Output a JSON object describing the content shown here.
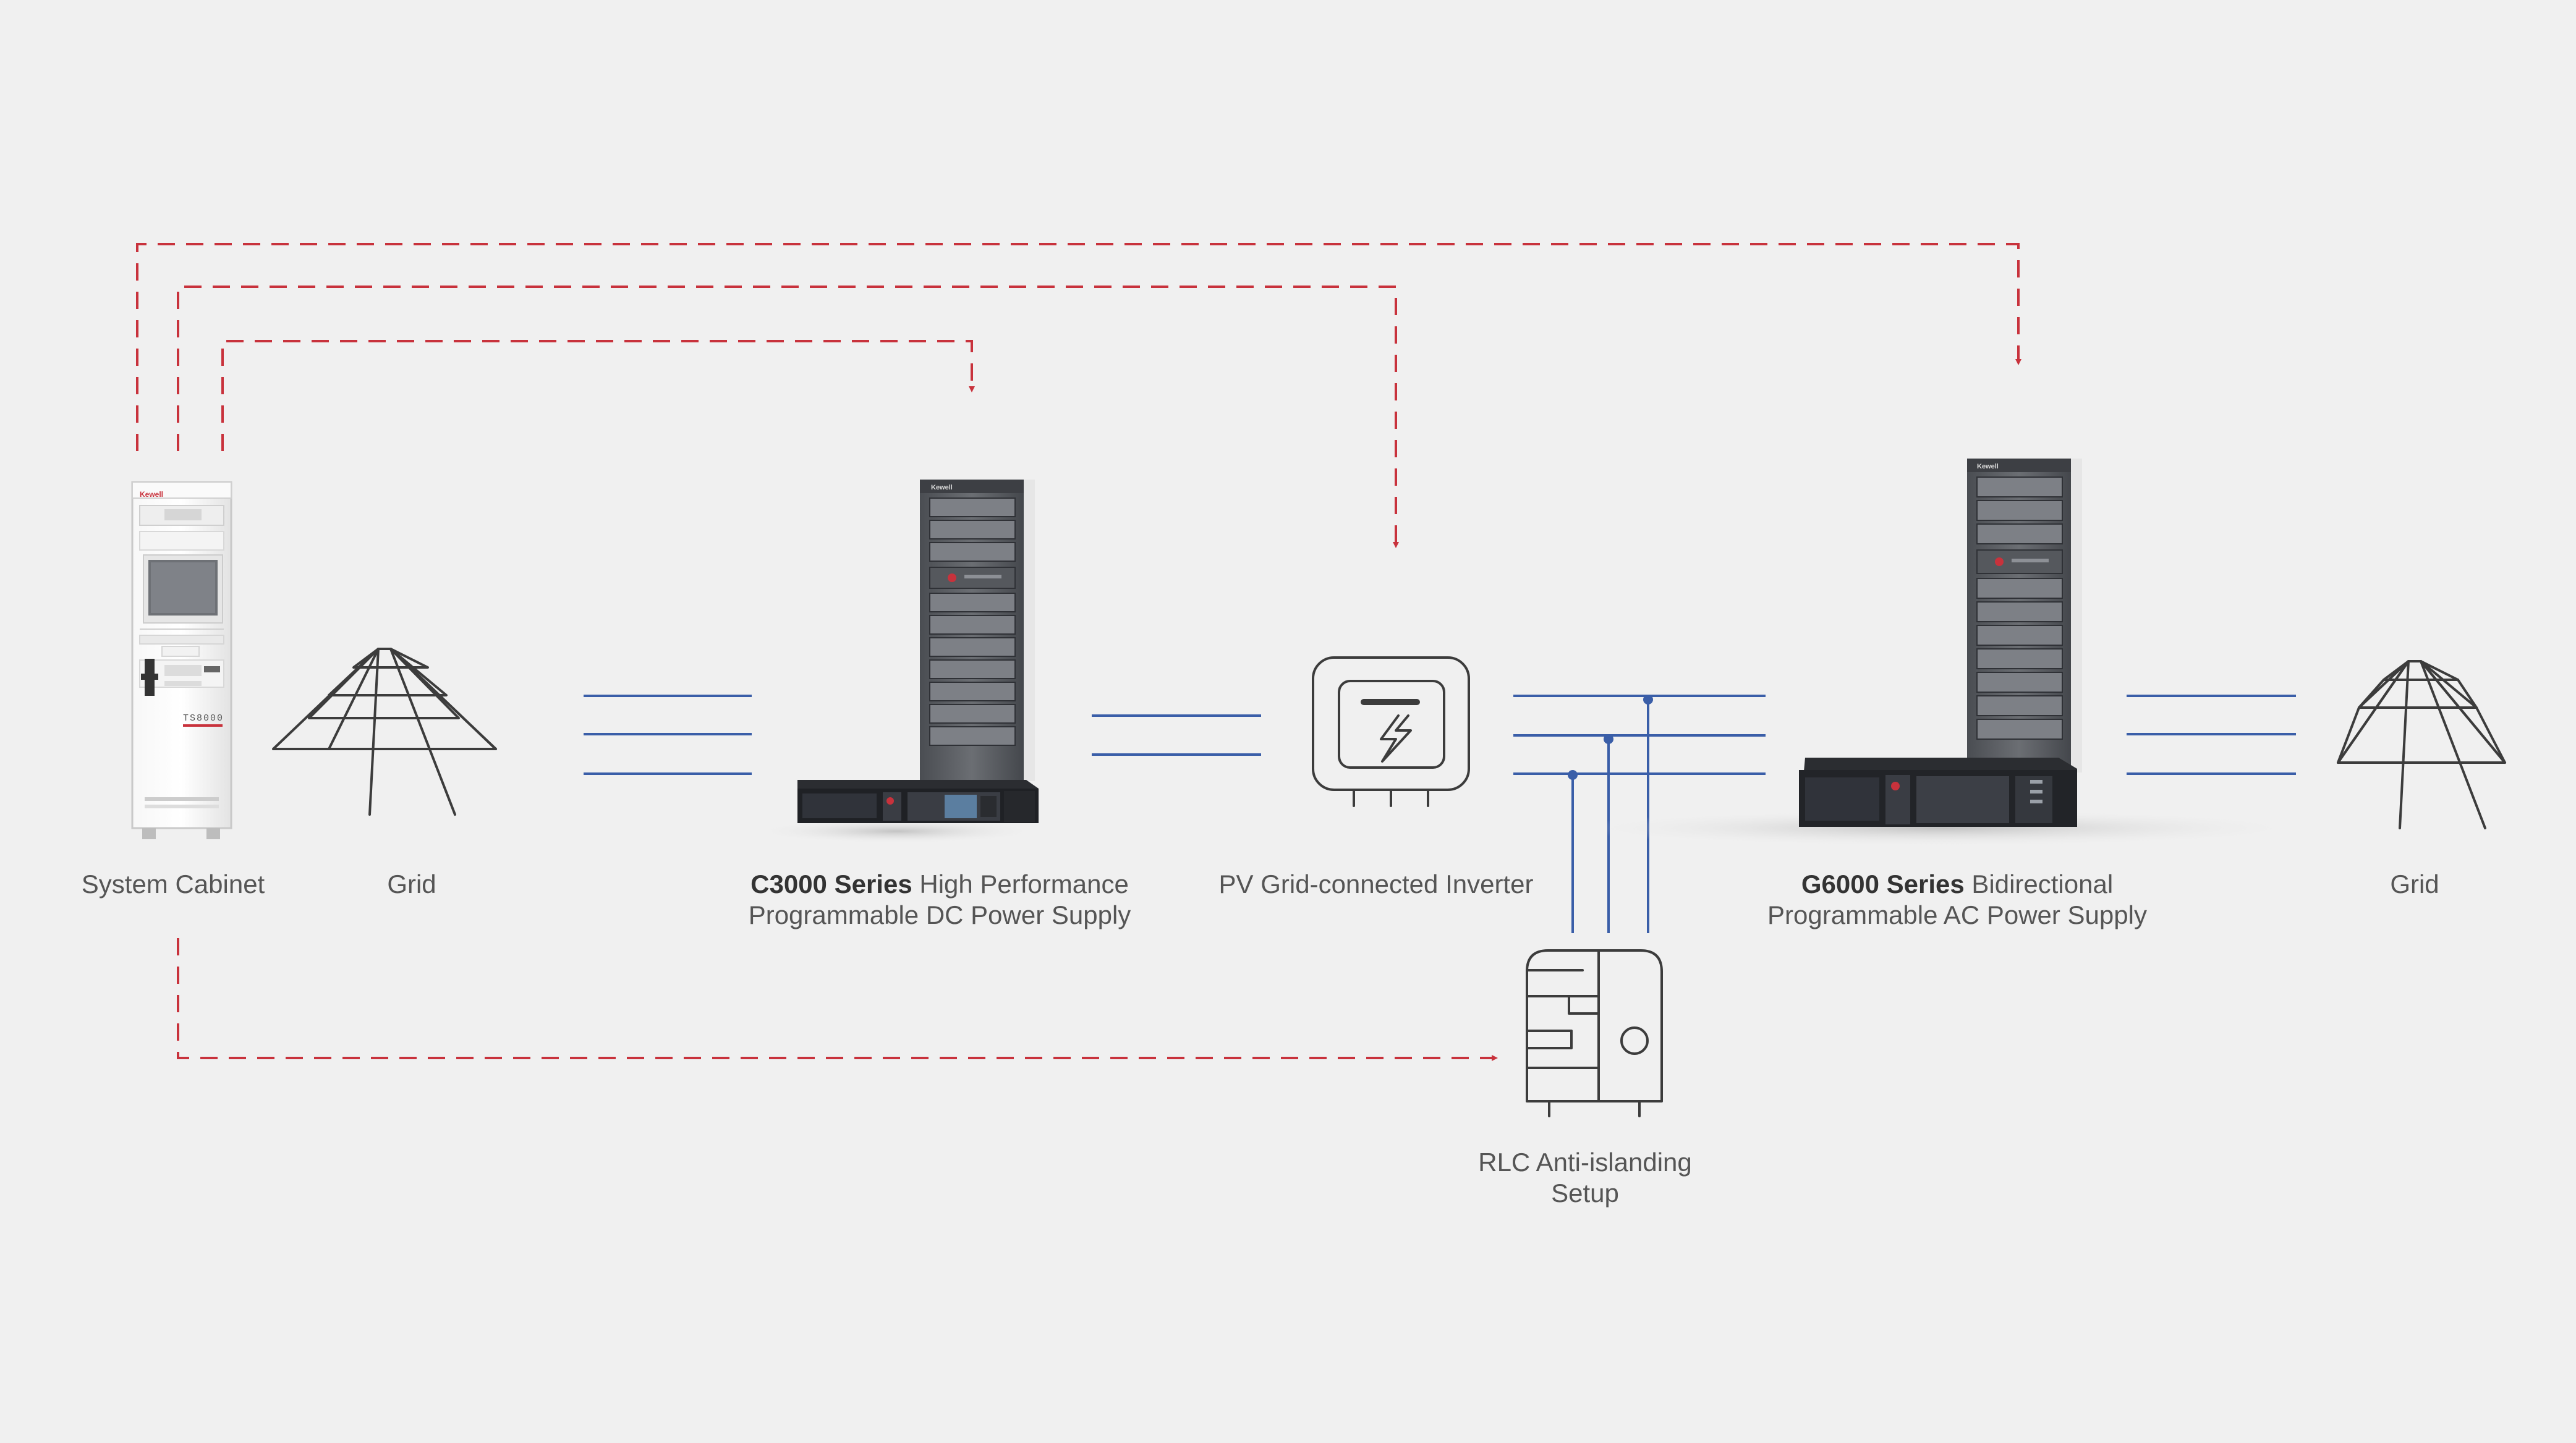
{
  "labels": {
    "system_cabinet": "System Cabinet",
    "grid_left": "Grid",
    "c3000_bold": "C3000 Series",
    "c3000_line1_rest": " High Performance",
    "c3000_line2": "Programmable DC Power Supply",
    "pv_inverter": "PV Grid-connected Inverter",
    "g6000_bold": "G6000 Series",
    "g6000_line1_rest": " Bidirectional",
    "g6000_line2": "Programmable AC Power Supply",
    "grid_right": "Grid",
    "rlc_line1": "RLC Anti-islanding",
    "rlc_line2": "Setup"
  },
  "device_text": {
    "brand": "Kewell",
    "cabinet_model": "TS8000"
  },
  "colors": {
    "background": "#f0f0f0",
    "control_line": "#c8323c",
    "power_line": "#3a5ea8",
    "icon_stroke": "#3c3c3c",
    "label_text": "#555555",
    "rack_body": "#5a5d62",
    "rack_dark": "#2f3136"
  },
  "icons": [
    "transmission-tower-icon",
    "pv-inverter-icon",
    "rlc-load-icon",
    "lightning-icon"
  ]
}
